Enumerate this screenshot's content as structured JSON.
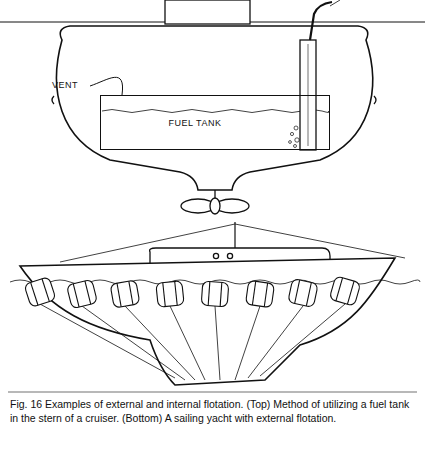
{
  "diagram": {
    "caption": "Fig. 16 Examples of external and internal flotation. (Top) Method of utilizing a fuel tank in the stern of a cruiser. (Bottom) A sailing yacht with external flotation.",
    "nodes": [
      {
        "text": [
          "FUEL TANK"
        ]
      }
    ],
    "labels": [
      "VENT"
    ]
  }
}
